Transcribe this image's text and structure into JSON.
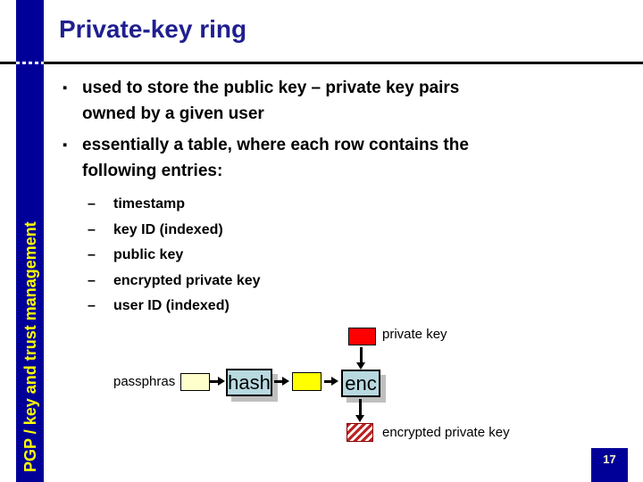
{
  "slide": {
    "title": "Private-key ring",
    "sidebar_label": "PGP / key and trust management",
    "page_number": "17"
  },
  "main_bullets": [
    {
      "marker": "▪",
      "lines": [
        "used to store the public key – private key pairs",
        "owned by a given user"
      ]
    },
    {
      "marker": "▪",
      "lines": [
        "essentially a table, where each row contains the",
        "following entries:"
      ]
    }
  ],
  "sub_bullets": [
    {
      "marker": "–",
      "label": "timestamp"
    },
    {
      "marker": "–",
      "label": "key ID (indexed)"
    },
    {
      "marker": "–",
      "label": "public key"
    },
    {
      "marker": "–",
      "label": "encrypted private key"
    },
    {
      "marker": "–",
      "label": "user ID (indexed)"
    }
  ],
  "diagram": {
    "passphrase_label": "passphras",
    "hash_label": "hash",
    "enc_label": "enc",
    "legend_private_key": "private key",
    "legend_encrypted_private_key": "encrypted private key"
  },
  "colors": {
    "navy_bar": "#000099",
    "title_navy": "#1f1f8f",
    "sidebar_text": "#ffff00",
    "process_box_fill": "#b8d9e0",
    "shadow_gray": "#bfbfbf",
    "pale_yellow_box": "#ffffcc",
    "bright_yellow_box": "#ffff00",
    "private_key_red": "#ff0000",
    "hatch_stripe_red": "#bb2222"
  }
}
